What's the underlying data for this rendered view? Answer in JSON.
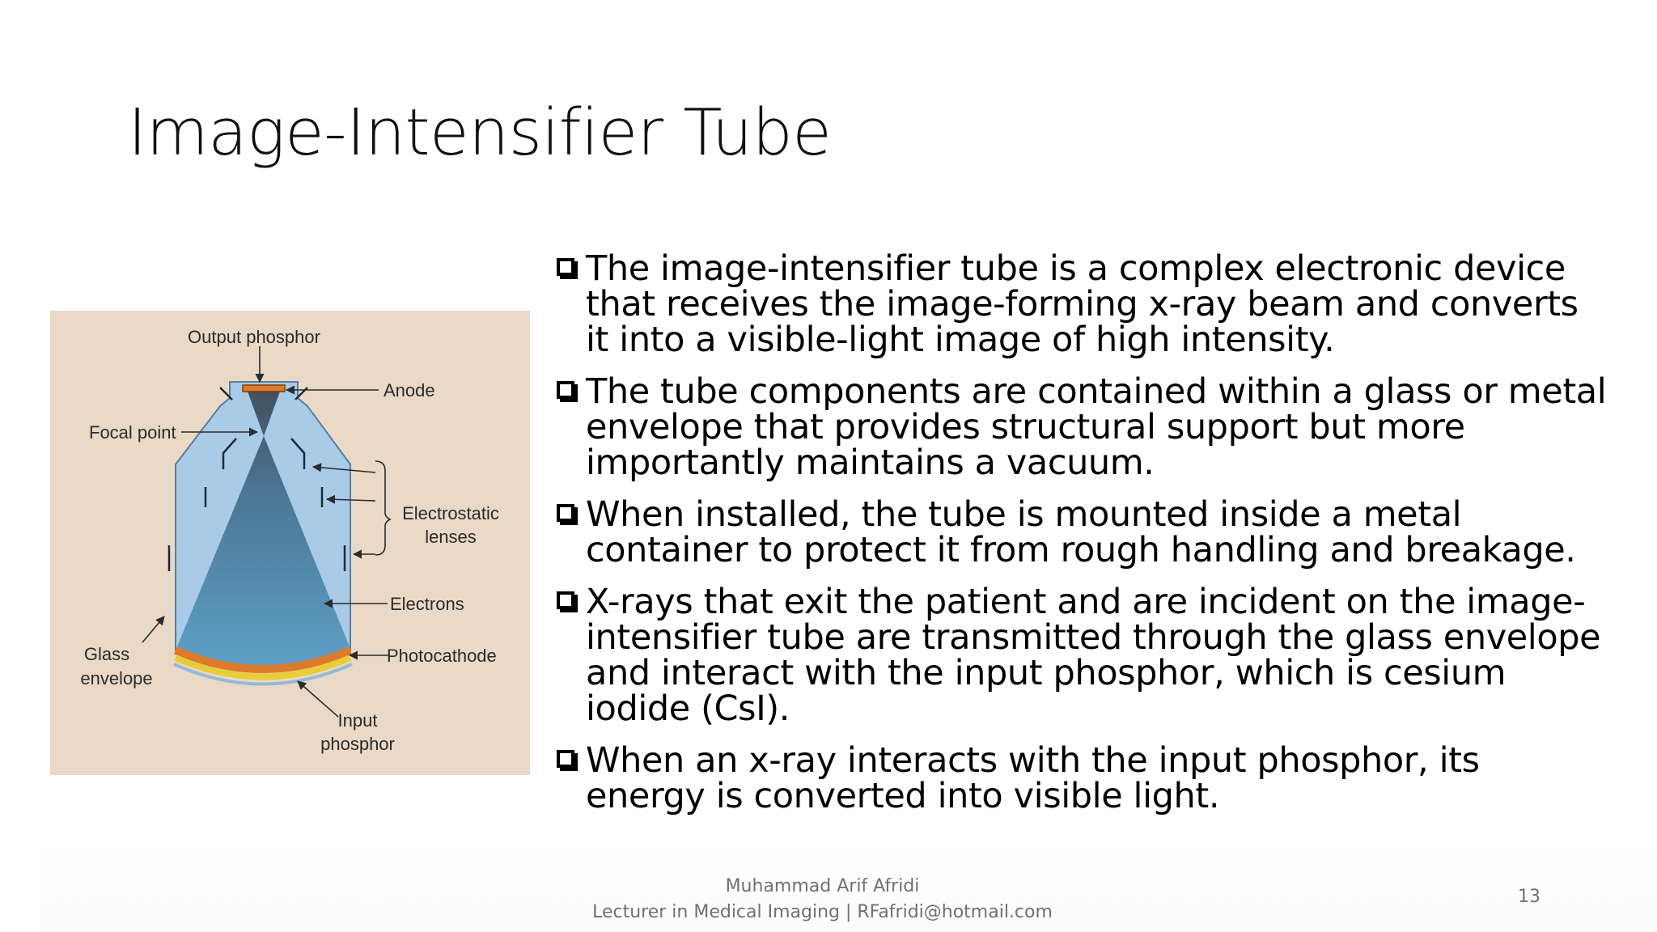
{
  "slide": {
    "title": "Image-Intensifier Tube",
    "page_number": "13"
  },
  "figure": {
    "labels": {
      "output_phosphor": "Output phosphor",
      "anode": "Anode",
      "focal_point": "Focal point",
      "electrostatic_lenses_line1": "Electrostatic",
      "electrostatic_lenses_line2": "lenses",
      "electrons": "Electrons",
      "glass_line1": "Glass",
      "glass_line2": "envelope",
      "photocathode": "Photocathode",
      "input_phosphor_line1": "Input",
      "input_phosphor_line2": "phosphor"
    },
    "colors": {
      "background": "#e9d9c6",
      "envelope": "#a9cbe8",
      "electron_beam": "#4d86ab",
      "photocathode": "#dd7a2c",
      "input_phosphor": "#e8cc3a",
      "output_phosphor": "#e07a2a"
    }
  },
  "bullets": [
    "The image-intensifier tube is a complex electronic device that receives the image-forming x-ray beam and converts it into a visible-light image of high intensity.",
    "The tube components are contained within a glass or metal envelope that provides structural support but more importantly maintains a vacuum.",
    "When installed, the tube is mounted inside a metal container to protect it from rough handling and breakage.",
    "X-rays that exit the patient and are incident on the image-intensifier tube are transmitted through the glass envelope and interact with the input phosphor, which is cesium iodide (CsI).",
    "When an x-ray interacts with the input phosphor, its energy is converted into visible light."
  ],
  "footer": {
    "author": "Muhammad Arif Afridi",
    "affiliation": "Lecturer in Medical Imaging | RFafridi@hotmail.com"
  }
}
